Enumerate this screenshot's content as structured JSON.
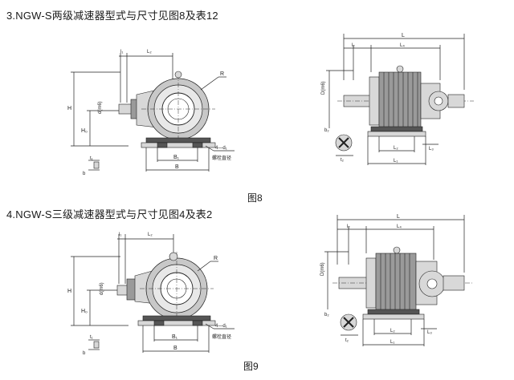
{
  "section1": {
    "heading": "3.NGW-S两级减速器型式与尺寸见图8及表12",
    "figure_caption": "图8",
    "front": {
      "l1": "l₁",
      "L2": "L₂",
      "R": "R",
      "H": "H",
      "d": "d(m6)",
      "H0": "H₀",
      "t1": "t₁",
      "b": "b",
      "B1": "B₁",
      "B": "B",
      "bolt_count": "4—d₁",
      "bolt_label": "螺栓直径"
    },
    "side": {
      "L": "L",
      "l2": "l₂",
      "L4": "L₄",
      "D": "D(m6)",
      "t2": "t₂",
      "L2": "L₂",
      "L3": "L₃",
      "L1": "L₁",
      "b2": "b₂"
    }
  },
  "section2": {
    "heading": "4.NGW-S三级减速器型式与尺寸见图4及表2",
    "figure_caption": "图9",
    "front": {
      "l1": "l₁",
      "L2": "L₂",
      "R": "R",
      "H": "H",
      "d": "d(m6)",
      "H0": "H₀",
      "t1": "t₁",
      "b": "b",
      "B1": "B₁",
      "B": "B",
      "bolt_count": "4—d₁",
      "bolt_label": "螺栓直径"
    },
    "side": {
      "L": "L",
      "l2": "l₂",
      "L4": "L₄",
      "D": "D(m6)",
      "t2": "t₂",
      "L2": "L₂",
      "L3": "L₃",
      "L1": "L₁",
      "b2": "b₂"
    }
  }
}
